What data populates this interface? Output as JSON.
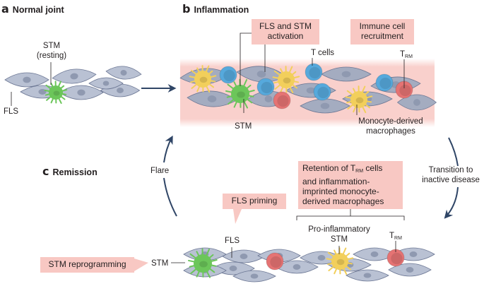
{
  "panels": {
    "a": {
      "letter": "a",
      "title": "Normal joint",
      "labels": {
        "stm": "STM\n(resting)",
        "stm_line1": "STM",
        "stm_line2": "(resting)",
        "fls": "FLS"
      }
    },
    "b": {
      "letter": "b",
      "title": "Inflammation",
      "boxes": {
        "activation_line1": "FLS and STM",
        "activation_line2": "activation",
        "recruitment_line1": "Immune cell",
        "recruitment_line2": "recruitment"
      },
      "labels": {
        "t_cells": "T cells",
        "trm_main": "T",
        "trm_sub": "RM",
        "stm": "STM",
        "macrophages_line1": "Monocyte-derived",
        "macrophages_line2": "macrophages"
      }
    },
    "c": {
      "letter": "c",
      "title": "Remission",
      "boxes": {
        "fls_priming": "FLS priming",
        "stm_reprogramming": "STM reprogramming",
        "retention_line1_pre": "Retention of T",
        "retention_line1_sub": "RM",
        "retention_line1_post": " cells",
        "retention_line2": "and inflammation-",
        "retention_line3": "imprinted monocyte-",
        "retention_line4": "derived macrophages"
      },
      "labels": {
        "fls": "FLS",
        "stm": "STM",
        "proinflam_line1": "Pro-inflammatory",
        "proinflam_line2": "STM",
        "trm_main": "T",
        "trm_sub": "RM"
      }
    }
  },
  "transitions": {
    "flare": "Flare",
    "inactive_line1": "Transition to",
    "inactive_line2": "inactive disease"
  },
  "colors": {
    "fls_cell": "#b9c1d3",
    "fls_cell_dark": "#8a93aa",
    "fls_nucleus": "#8f99b0",
    "stm_resting": "#6cc65a",
    "macrophage": "#f2cf5b",
    "t_cell": "#56a9dc",
    "trm_cell": "#e57373",
    "inflamed_bg": "#f9d0cc",
    "label_box": "#f8c8c3",
    "arrow": "#2f4566"
  }
}
